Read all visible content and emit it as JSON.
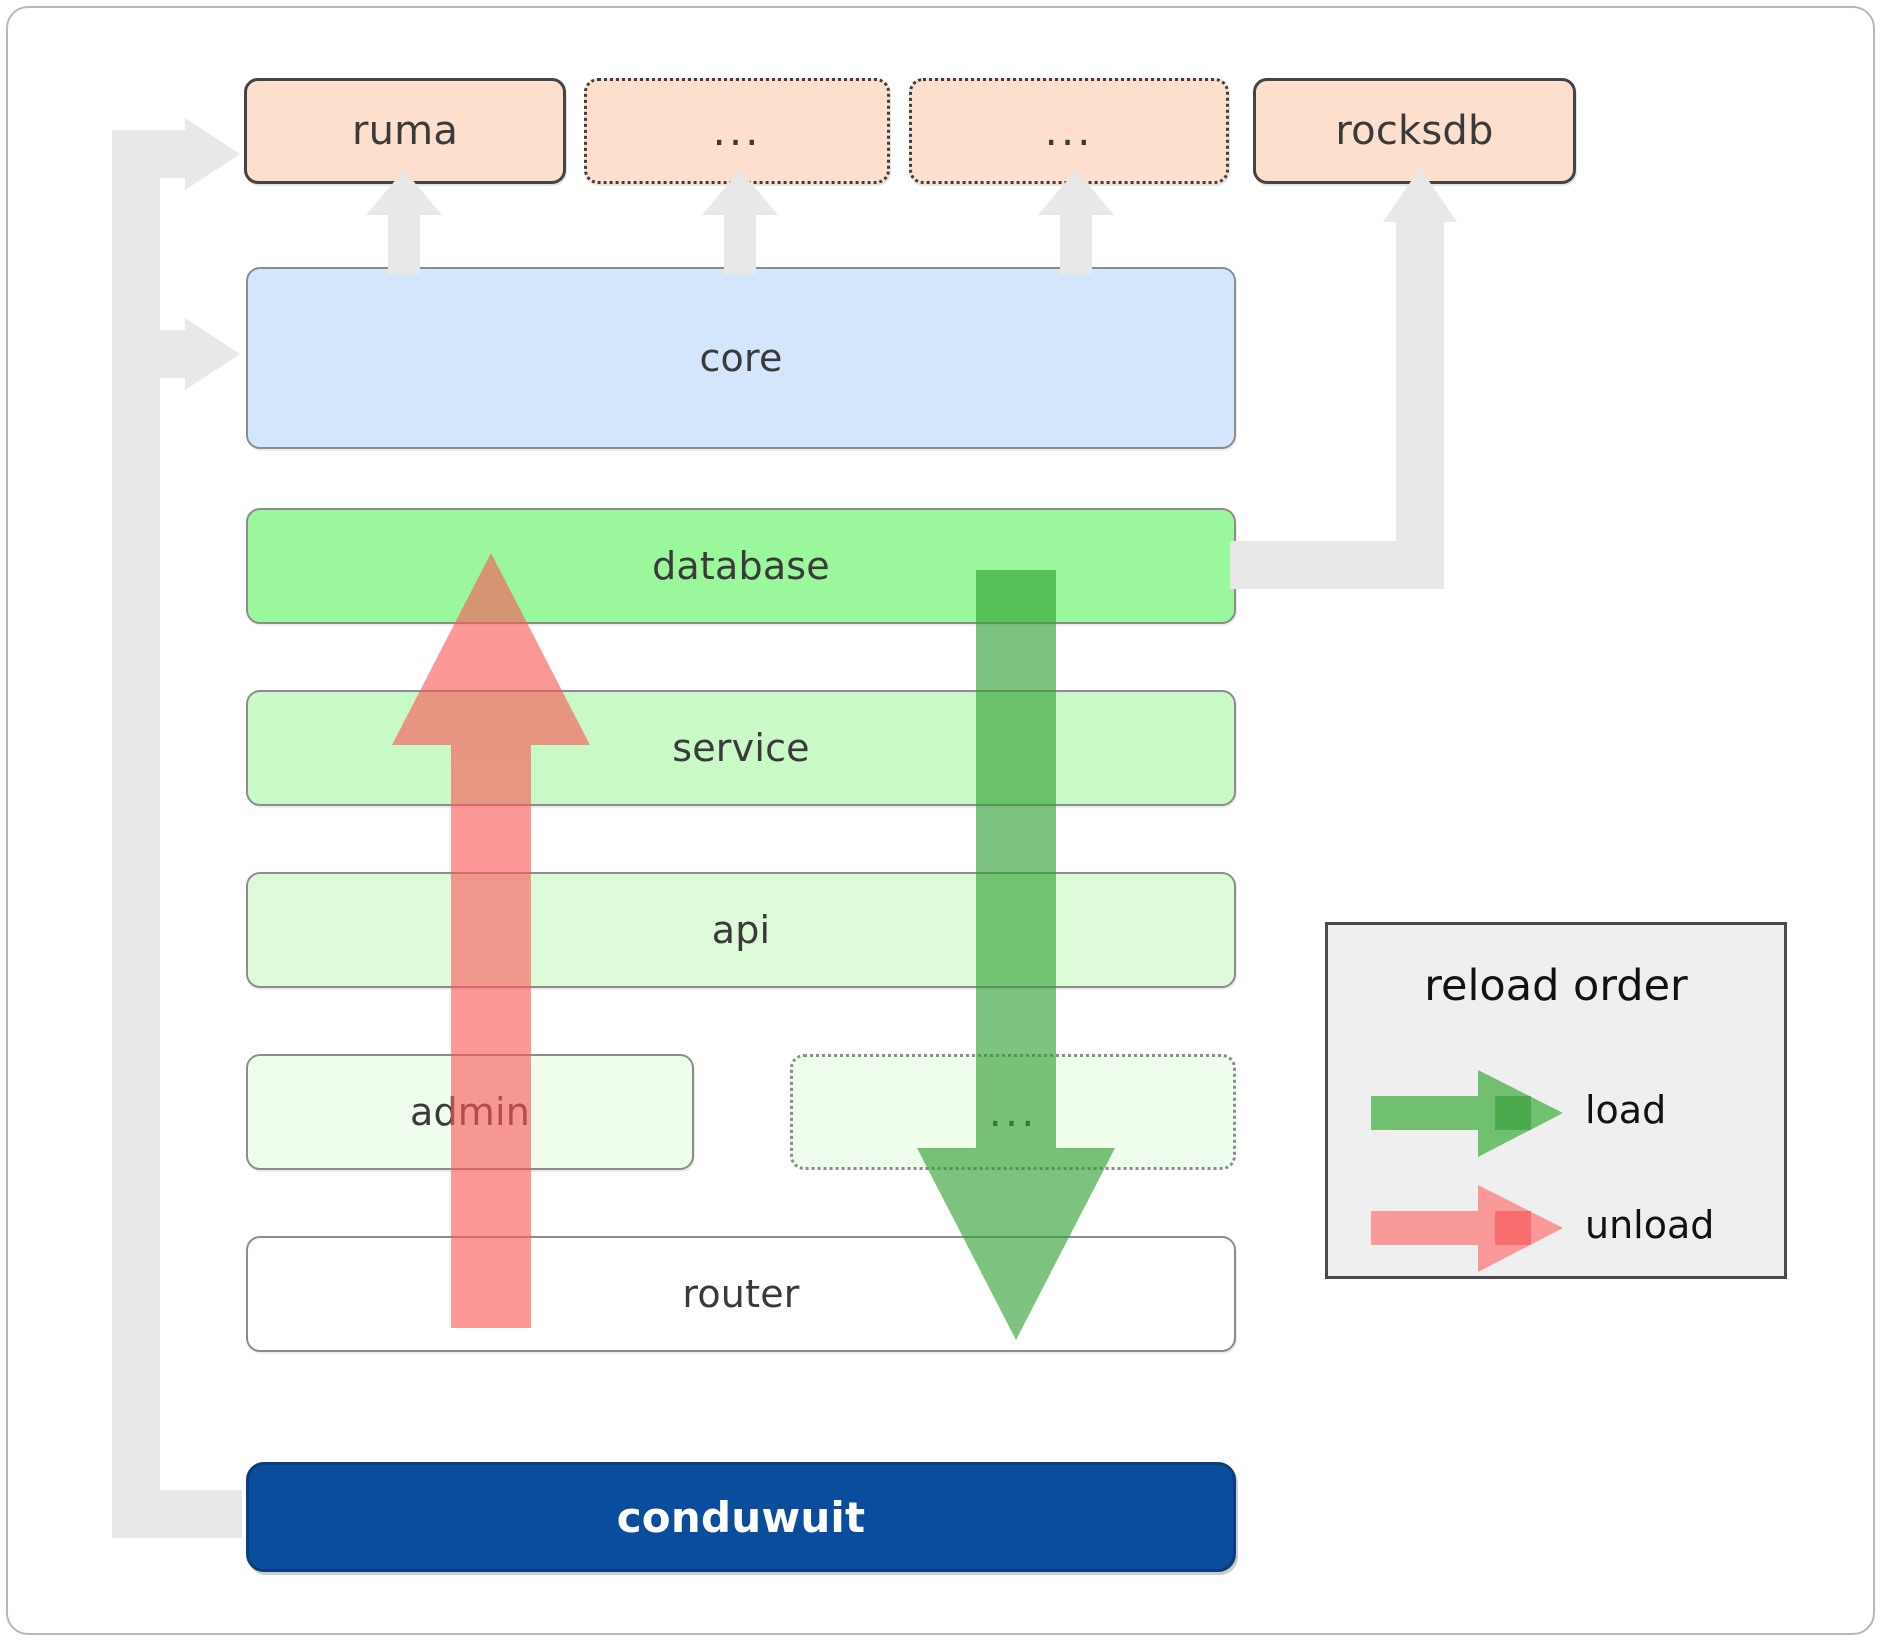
{
  "diagram": {
    "title": "conduwuit module architecture / reload order",
    "dependencies": [
      {
        "name": "ruma",
        "label": "ruma",
        "style": "solid",
        "color": "#fce0cd"
      },
      {
        "name": "dep-2",
        "label": "...",
        "style": "dotted",
        "color": "#fce0cd"
      },
      {
        "name": "dep-3",
        "label": "...",
        "style": "dotted",
        "color": "#fce0cd"
      },
      {
        "name": "rocksdb",
        "label": "rocksdb",
        "style": "solid",
        "color": "#fce0cd"
      }
    ],
    "layers": [
      {
        "name": "core",
        "label": "core",
        "color": "#d4e6fb",
        "style": "solid"
      },
      {
        "name": "database",
        "label": "database",
        "color": "#9bf79b",
        "style": "solid"
      },
      {
        "name": "service",
        "label": "service",
        "color": "#c9f9c6",
        "style": "solid"
      },
      {
        "name": "api",
        "label": "api",
        "color": "#ddfbd9",
        "style": "solid"
      },
      {
        "name": "admin",
        "label": "admin",
        "color": "#eefdec",
        "style": "solid"
      },
      {
        "name": "extra",
        "label": "...",
        "color": "#eefdec",
        "style": "dotted"
      },
      {
        "name": "router",
        "label": "router",
        "color": "#ffffff",
        "style": "solid"
      }
    ],
    "main_app": {
      "label": "conduwuit",
      "color": "#0a4d9c",
      "text_color": "#ffffff"
    },
    "legend": {
      "title": "reload order",
      "items": [
        {
          "label": "load",
          "color": "#5cb85c",
          "direction": "down"
        },
        {
          "label": "unload",
          "color": "#fa8a8a",
          "direction": "up"
        }
      ]
    },
    "arrows": {
      "load_color": "#5cb85c",
      "unload_color": "#fa8a8a",
      "dependency_color": "#e8e8e8"
    }
  }
}
